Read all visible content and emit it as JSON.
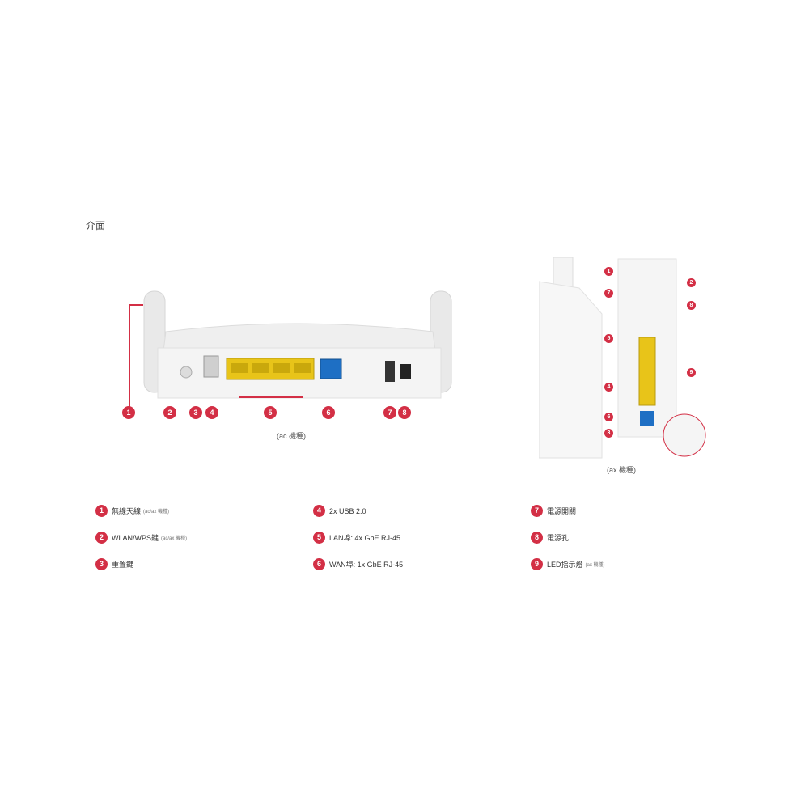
{
  "section_title": "介面",
  "left_figure": {
    "caption": "(ac 機種)",
    "callouts": [
      "1",
      "2",
      "3",
      "4",
      "5",
      "6",
      "7",
      "8"
    ]
  },
  "right_figure": {
    "caption": "(ax 機種)",
    "callouts": [
      "1",
      "2",
      "7",
      "8",
      "5",
      "4",
      "6",
      "3",
      "9"
    ]
  },
  "legend": [
    {
      "num": "1",
      "label": "無線天線",
      "note": "(ac/ax 機種)"
    },
    {
      "num": "2",
      "label": "WLAN/WPS鍵",
      "note": "(ac/ax 機種)"
    },
    {
      "num": "3",
      "label": "重置鍵",
      "note": ""
    },
    {
      "num": "4",
      "label": "2x USB 2.0",
      "note": ""
    },
    {
      "num": "5",
      "label": "LAN埠: 4x GbE RJ-45",
      "note": ""
    },
    {
      "num": "6",
      "label": "WAN埠: 1x GbE RJ-45",
      "note": ""
    },
    {
      "num": "7",
      "label": "電源開關",
      "note": ""
    },
    {
      "num": "8",
      "label": "電源孔",
      "note": ""
    },
    {
      "num": "9",
      "label": "LED指示燈",
      "note": "(ax 機種)"
    }
  ],
  "colors": {
    "accent": "#d32f45",
    "lan_port": "#e8c419",
    "wan_port": "#1e6fc4",
    "device": "#f1f1f1"
  }
}
